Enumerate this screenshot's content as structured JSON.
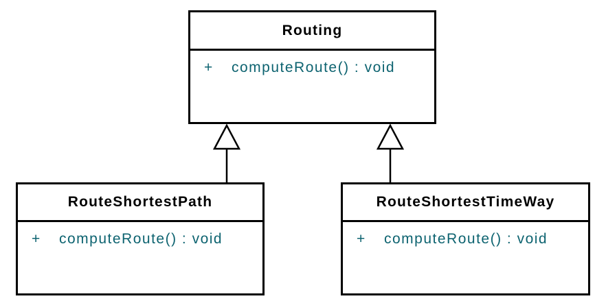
{
  "diagram": {
    "type": "uml-class-diagram",
    "classes": [
      {
        "name": "Routing",
        "methods": [
          {
            "visibility": "+",
            "signature": "computeRoute() : void"
          }
        ]
      },
      {
        "name": "RouteShortestPath",
        "methods": [
          {
            "visibility": "+",
            "signature": "computeRoute() : void"
          }
        ]
      },
      {
        "name": "RouteShortestTimeWay",
        "methods": [
          {
            "visibility": "+",
            "signature": "computeRoute() : void"
          }
        ]
      }
    ],
    "relationships": [
      {
        "type": "generalization",
        "from": "RouteShortestPath",
        "to": "Routing"
      },
      {
        "type": "generalization",
        "from": "RouteShortestTimeWay",
        "to": "Routing"
      }
    ]
  },
  "colors": {
    "border": "#000000",
    "background": "#ffffff",
    "class_name_text": "#000000",
    "method_text": "#0d6370"
  }
}
